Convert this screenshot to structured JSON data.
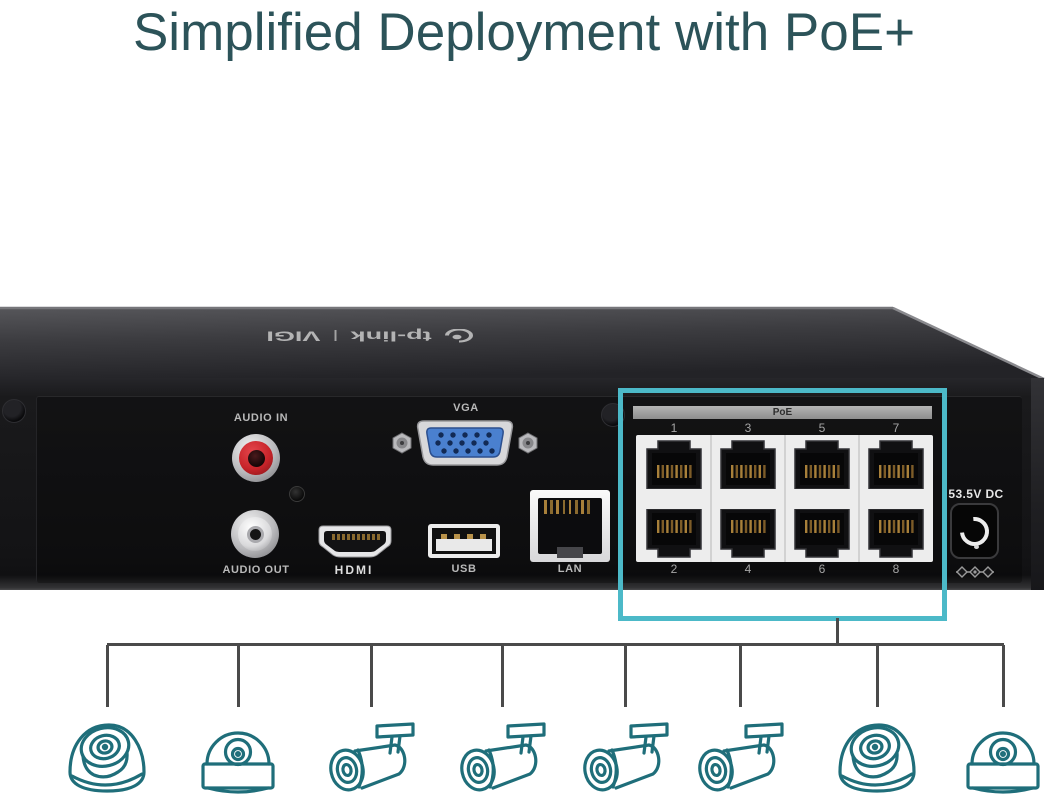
{
  "title": "Simplified Deployment with PoE+",
  "device": {
    "logo": {
      "brand": "tp-link",
      "separator": "|",
      "product": "VIGI"
    },
    "labels": {
      "audio_in": "AUDIO IN",
      "audio_out": "AUDIO OUT",
      "vga": "VGA",
      "hdmi": "HDMI",
      "usb": "USB",
      "lan": "LAN",
      "power": "53.5V DC"
    },
    "poe": {
      "section_label": "PoE",
      "top_ports": [
        "1",
        "3",
        "5",
        "7"
      ],
      "bottom_ports": [
        "2",
        "4",
        "6",
        "8"
      ]
    }
  },
  "cameras": [
    {
      "type": "turret"
    },
    {
      "type": "dome"
    },
    {
      "type": "bullet"
    },
    {
      "type": "bullet"
    },
    {
      "type": "bullet"
    },
    {
      "type": "bullet"
    },
    {
      "type": "turret"
    },
    {
      "type": "dome"
    }
  ],
  "colors": {
    "title_text": "#2c5359",
    "highlight_box": "#4cb9c8",
    "camera_stroke": "#1f6e7a",
    "connector_line": "#4a4a4a",
    "vga_blue": "#4a80cf",
    "rca_red": "#c8242a"
  }
}
